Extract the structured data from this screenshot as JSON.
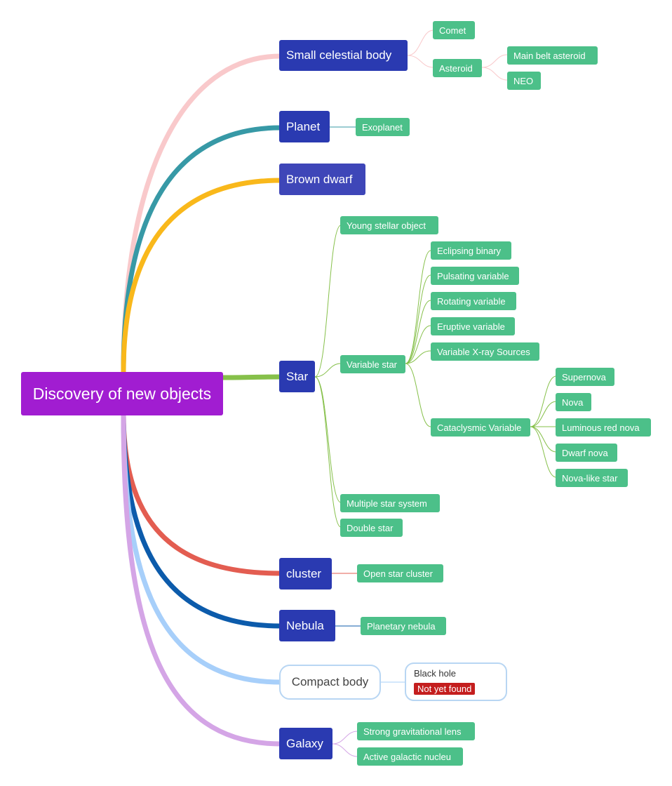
{
  "diagram": {
    "root": "Discovery of new objects",
    "branch_colors": {
      "small_body": "#f9c9cb",
      "planet": "#3799a6",
      "brown_dwarf": "#f9b81b",
      "star": "#86c04a",
      "cluster": "#e35d51",
      "nebula": "#0c5bab",
      "compact": "#a7cffa",
      "galaxy": "#d4a5e6"
    },
    "small_body": {
      "label": "Small celestial body",
      "comet": "Comet",
      "asteroid": "Asteroid",
      "main_belt": "Main belt asteroid",
      "neo": "NEO"
    },
    "planet": {
      "label": "Planet",
      "exoplanet": "Exoplanet"
    },
    "brown_dwarf": {
      "label": "Brown dwarf"
    },
    "star": {
      "label": "Star",
      "young": "Young stellar object",
      "variable": "Variable star",
      "eclipsing": "Eclipsing binary",
      "pulsating": "Pulsating variable",
      "rotating": "Rotating variable",
      "eruptive": "Eruptive variable",
      "xray": "Variable X-ray Sources",
      "cataclysmic": "Cataclysmic Variable",
      "supernova": "Supernova",
      "nova": "Nova",
      "luminous_red": "Luminous red nova",
      "dwarf_nova": "Dwarf nova",
      "nova_like": "Nova-like star",
      "multiple": "Multiple star system",
      "double": "Double star"
    },
    "cluster": {
      "label": "cluster",
      "open": "Open star cluster"
    },
    "nebula": {
      "label": "Nebula",
      "planetary": "Planetary nebula"
    },
    "compact": {
      "label": "Compact body",
      "black_hole": "Black hole",
      "status": "Not yet found"
    },
    "galaxy": {
      "label": "Galaxy",
      "lens": "Strong gravitational lens",
      "agn": "Active galactic nucleu"
    }
  }
}
